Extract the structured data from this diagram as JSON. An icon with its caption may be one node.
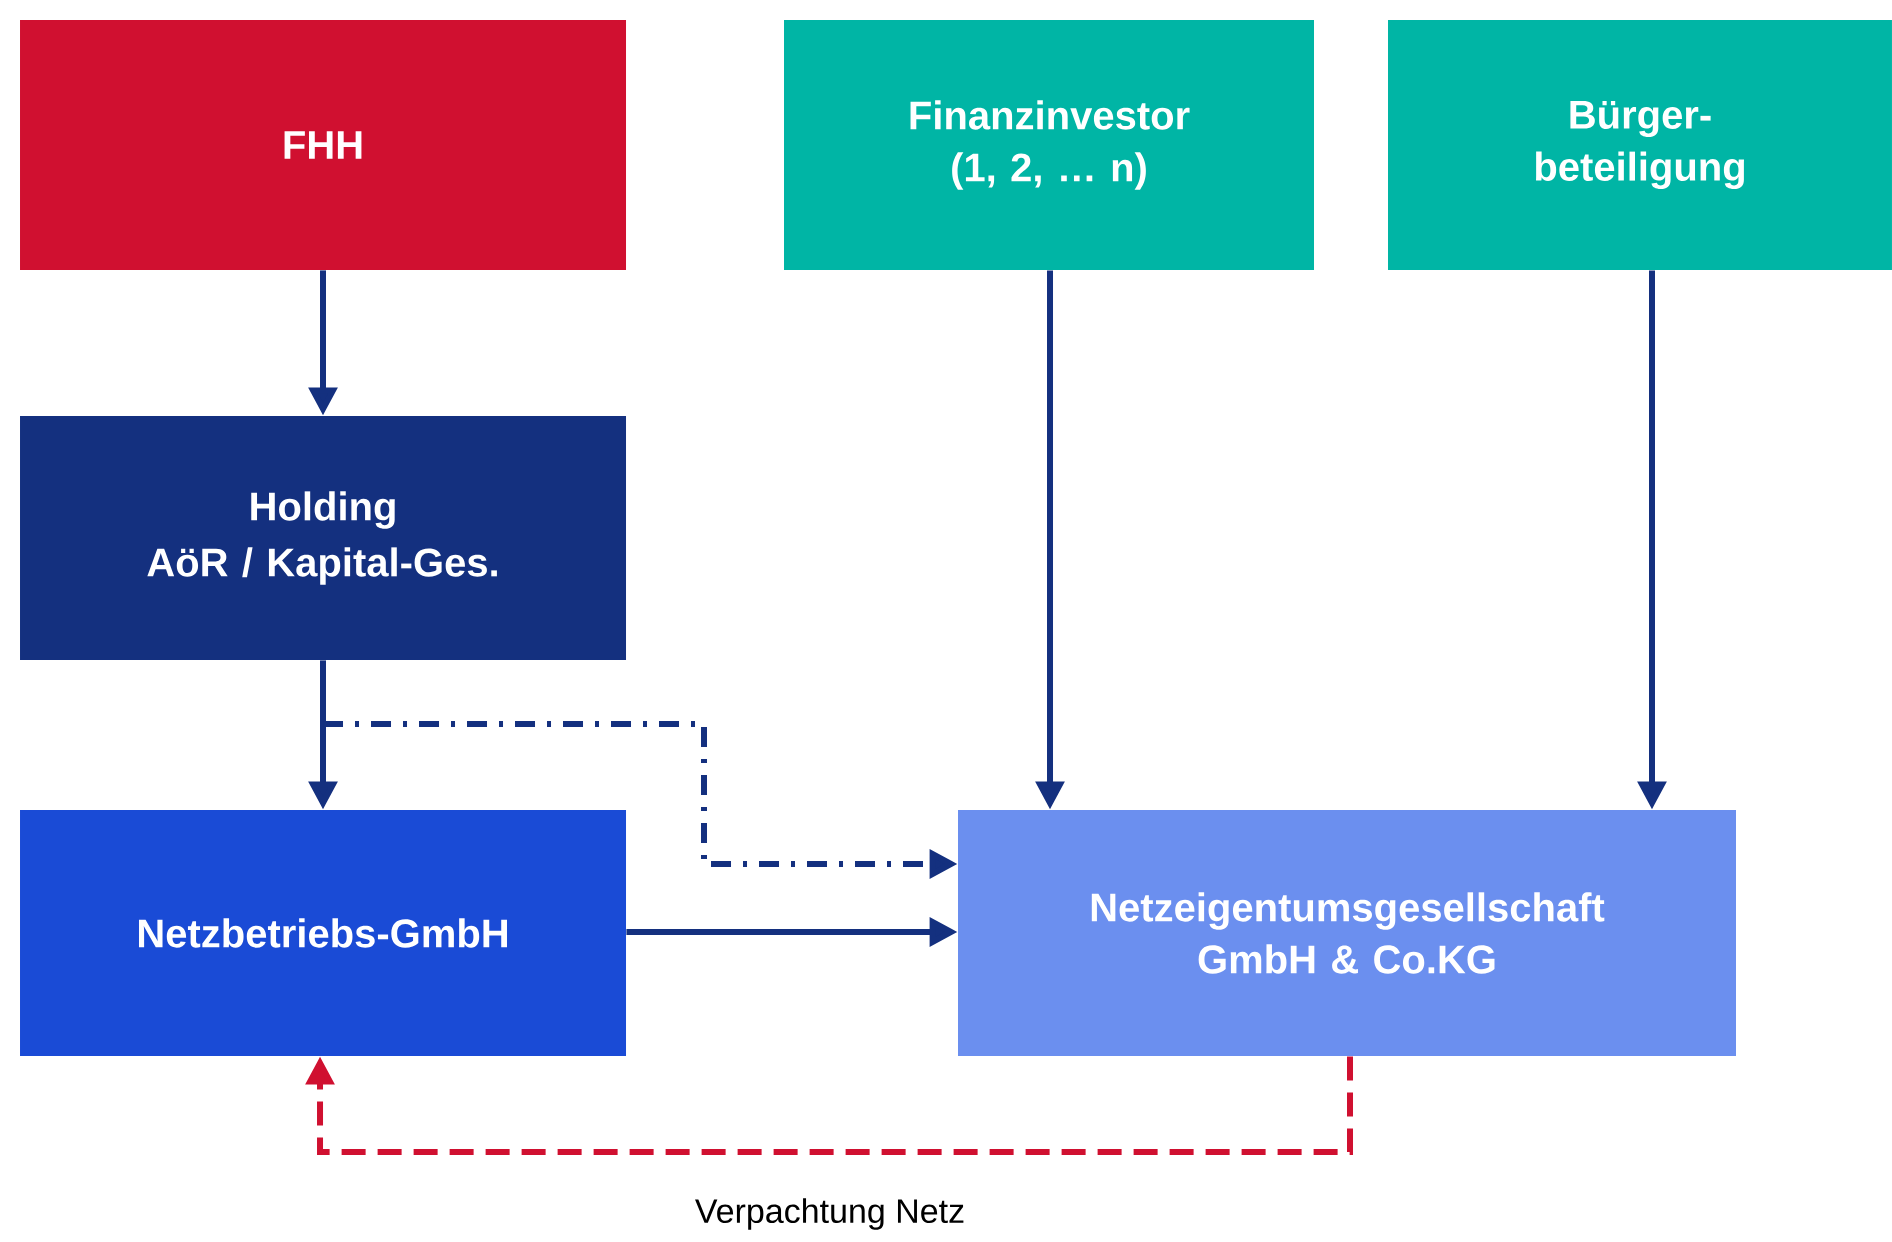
{
  "diagram": {
    "nodes": [
      {
        "text": [
          "FHH"
        ]
      },
      {
        "text": [
          "Finanzinvestor (1, 2, … n)"
        ]
      },
      {
        "text": [
          "Bürger- beteiligung"
        ]
      },
      {
        "text": [
          "Holding",
          "AöR / Kapital-Ges."
        ]
      },
      {
        "text": [
          "Netzbetriebs-GmbH"
        ]
      },
      {
        "text": [
          "Netzeigentumsgesellschaft GmbH & Co.KG"
        ]
      }
    ],
    "edges": [
      {
        "from": 0,
        "to": 3,
        "arrow": "to"
      },
      {
        "from": 3,
        "to": 4,
        "arrow": "to"
      },
      {
        "from": 3,
        "to": 5,
        "arrow": "to",
        "style": "dashed"
      },
      {
        "from": 1,
        "to": 5,
        "arrow": "to"
      },
      {
        "from": 2,
        "to": 5,
        "arrow": "to"
      },
      {
        "from": 4,
        "to": 5,
        "arrow": "to"
      },
      {
        "from": 5,
        "to": 4,
        "arrow": "to",
        "style": "dashed",
        "color": "#d01030",
        "label": "Verpachtung Netz"
      }
    ]
  }
}
